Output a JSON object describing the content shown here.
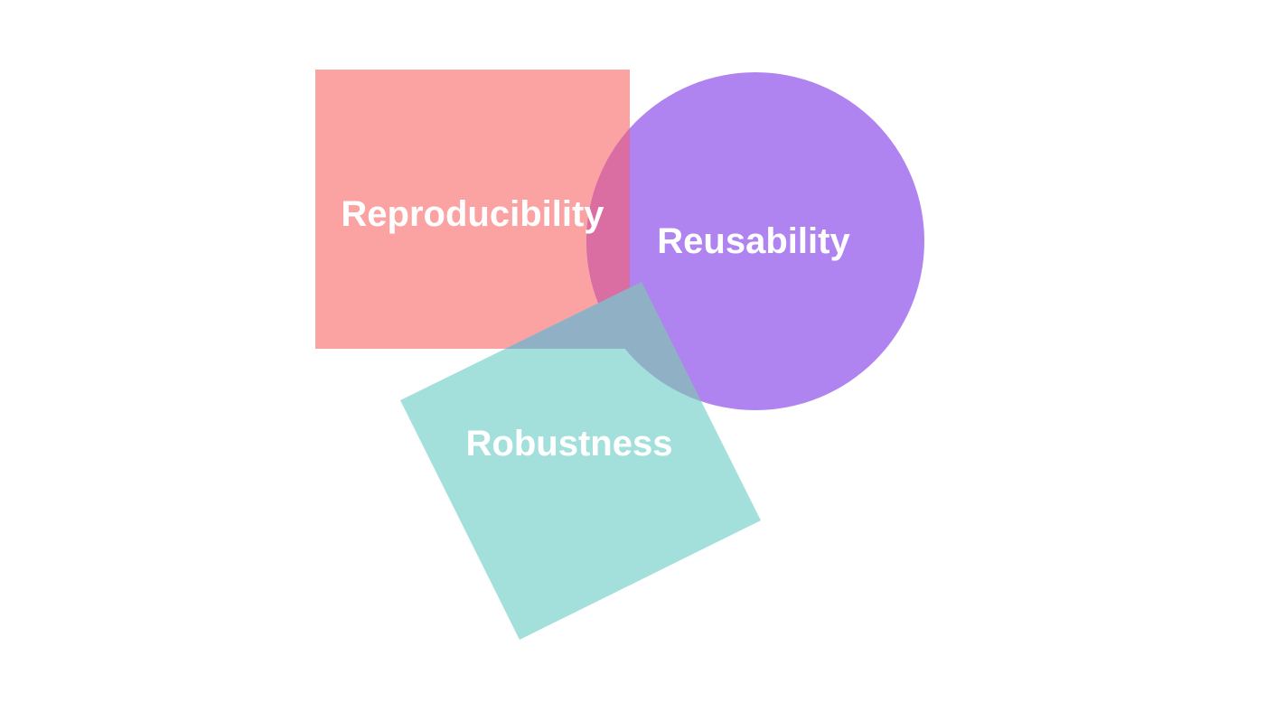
{
  "diagram": {
    "background": "#ffffff",
    "shapes": [
      {
        "id": "reproducibility",
        "kind": "square",
        "label": "Reproducibility",
        "color": "#fba3a3"
      },
      {
        "id": "reusability",
        "kind": "circle",
        "label": "Reusability",
        "color": "#b084f0"
      },
      {
        "id": "robustness",
        "kind": "rotated-square",
        "label": "Robustness",
        "color": "#a3e0dc"
      }
    ],
    "overlap_colors": {
      "reproducibility_reusability": "#da6da2",
      "all_three": "#8fb0c5"
    },
    "label_color": "#ffffff"
  }
}
